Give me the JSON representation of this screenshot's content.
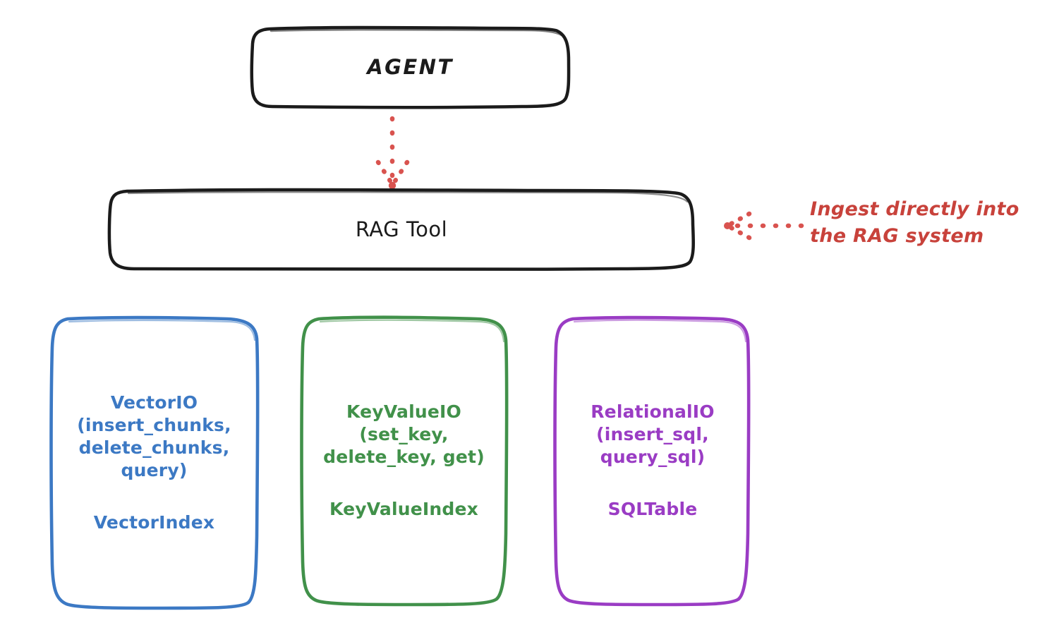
{
  "diagram": {
    "title": "RAG Tool storage abstraction diagram",
    "background": "#ffffff",
    "nodes": {
      "agent": {
        "label": "AGENT",
        "stroke": "#1b1b1b",
        "text_color": "#1b1b1b"
      },
      "rag_tool": {
        "label": "RAG Tool",
        "stroke": "#1b1b1b",
        "text_color": "#1b1b1b"
      },
      "vector_io": {
        "api": "VectorIO\n(insert_chunks,\ndelete_chunks,\nquery)",
        "index": "VectorIndex",
        "color": "#3c79c4"
      },
      "key_value_io": {
        "api": "KeyValueIO\n(set_key,\ndelete_key, get)",
        "index": "KeyValueIndex",
        "color": "#41914a"
      },
      "relational_io": {
        "api": "RelationalIO\n(insert_sql,\nquery_sql)",
        "index": "SQLTable",
        "color": "#9a3cc4"
      }
    },
    "annotations": {
      "ingest_note": "Ingest directly into\nthe RAG system",
      "ingest_note_color": "#c8423b"
    },
    "connectors": {
      "agent_to_rag": {
        "style": "dotted-arrow-down",
        "color": "#d9534f"
      },
      "note_to_rag": {
        "style": "dotted-arrow-left",
        "color": "#d9534f"
      }
    }
  }
}
